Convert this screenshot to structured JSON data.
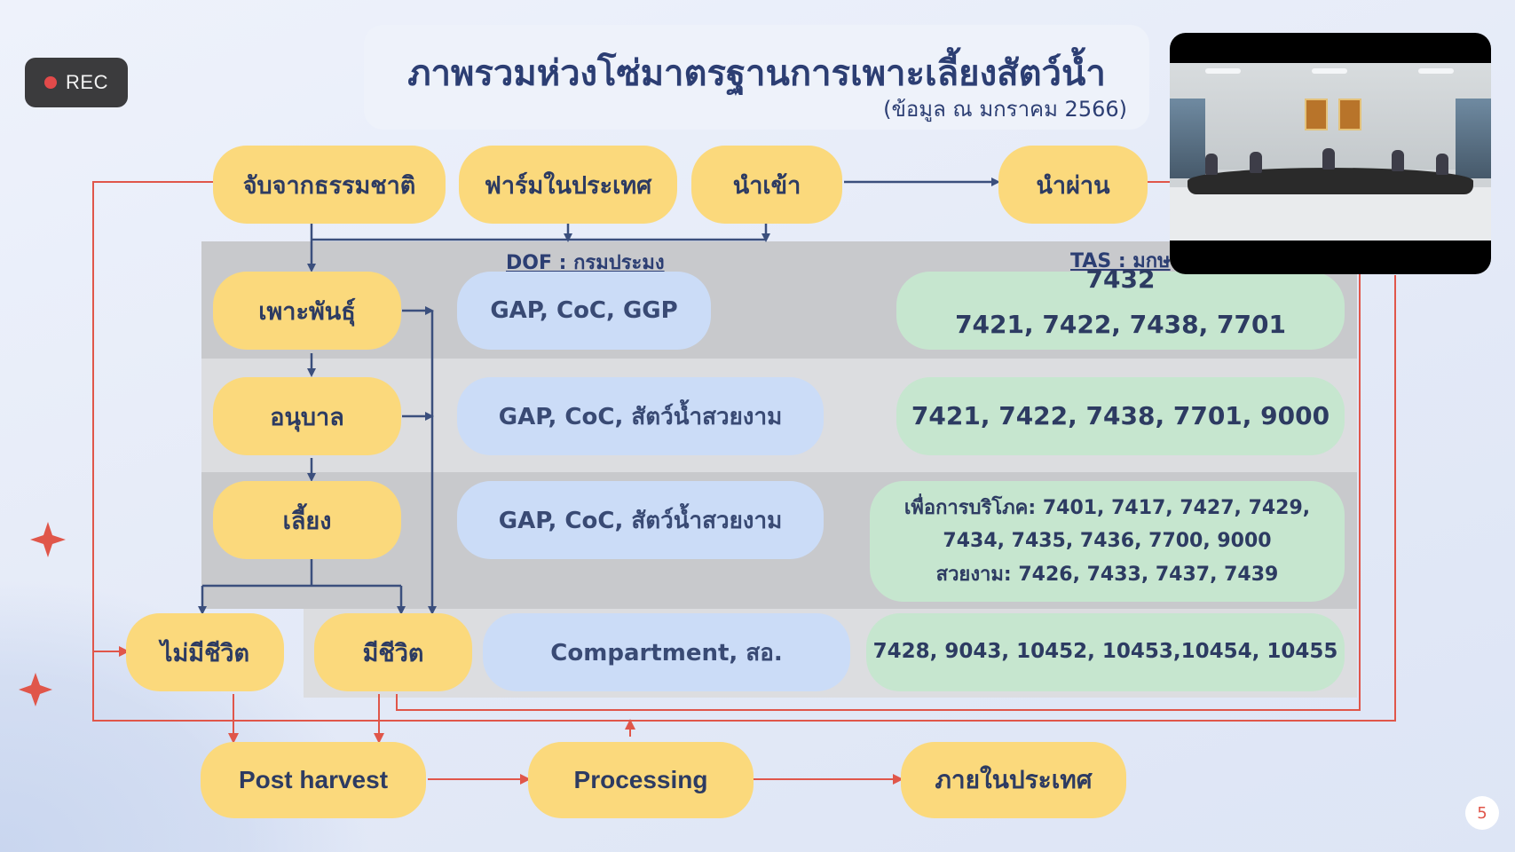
{
  "recording": {
    "label": "REC"
  },
  "slide": {
    "title": "ภาพรวมห่วงโซ่มาตรฐานการเพาะเลี้ยงสัตว์น้ำ",
    "subtitle": "(ข้อมูล ณ มกราคม 2566)",
    "page_number": "5",
    "headers": {
      "dof": "DOF : กรมประมง",
      "tas": "TAS : มกษ"
    },
    "sources": {
      "wild": "จับจากธรรมชาติ",
      "farm": "ฟาร์มในประเทศ",
      "import": "นำเข้า",
      "transit": "นำผ่าน"
    },
    "stages": {
      "breeding": "เพาะพันธุ์",
      "nursery": "อนุบาล",
      "grow": "เลี้ยง",
      "dead": "ไม่มีชีวิต",
      "live": "มีชีวิต"
    },
    "dof_standards": {
      "breeding": "GAP, CoC, GGP",
      "nursery": "GAP, CoC, สัตว์น้ำสวยงาม",
      "grow": "GAP, CoC, สัตว์น้ำสวยงาม",
      "live": "Compartment, สอ."
    },
    "tas_standards": {
      "breeding_line1": "7432",
      "breeding_line2": "7421, 7422, 7438, 7701",
      "nursery": "7421, 7422, 7438, 7701, 9000",
      "grow_line1": "เพื่อการบริโภค: 7401, 7417, 7427, 7429,",
      "grow_line2": "7434, 7435, 7436, 7700, 9000",
      "grow_line3": "สวยงาม: 7426, 7433, 7437, 7439",
      "live": "7428, 9043, 10452, 10453,10454, 10455"
    },
    "outputs": {
      "post_harvest": "Post harvest",
      "processing": "Processing",
      "domestic": "ภายในประเทศ"
    },
    "colors": {
      "stage_pill": "#fbd97c",
      "dof_pill": "#cbdcf7",
      "tas_pill": "#c6e6cf",
      "flow_blue": "#3b4f7d",
      "flow_red": "#e0564a"
    }
  },
  "video_call": {
    "icon": "conference-room-thumbnail"
  }
}
